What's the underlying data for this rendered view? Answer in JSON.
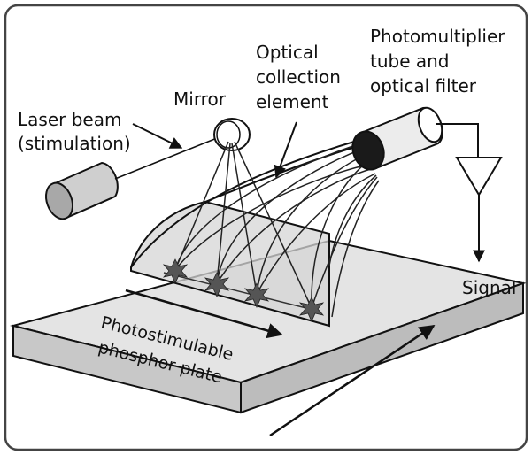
{
  "labels": {
    "laser_line1": "Laser beam",
    "laser_line2": "(stimulation)",
    "mirror": "Mirror",
    "optical_line1": "Optical",
    "optical_line2": "collection",
    "optical_line3": "element",
    "pmt_line1": "Photomultiplier",
    "pmt_line2": "tube and",
    "pmt_line3": "optical filter",
    "signal": "Signal",
    "plate_line1": "Photostimulable",
    "plate_line2": "phosphor plate"
  },
  "colors": {
    "frame": "#444444",
    "outline": "#111111",
    "plate_top": "#e4e4e4",
    "plate_side": "#c8c8c8",
    "collector": "#d6d6d6",
    "cylinder": "#e8e8e8",
    "pmt_end": "#1a1a1a",
    "spark": "#555555"
  },
  "icons": [
    "laser-cylinder",
    "mirror-disc",
    "photomultiplier-tube",
    "amplifier-triangle",
    "phosphor-spark"
  ]
}
